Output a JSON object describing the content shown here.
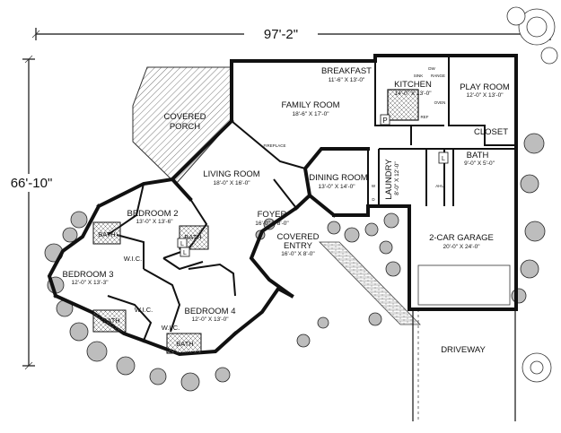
{
  "overall": {
    "width": "97'-2\"",
    "depth": "66'-10\""
  },
  "rooms": {
    "breakfast": {
      "name": "BREAKFAST",
      "size": "11'-6\" X 13'-0\""
    },
    "kitchen": {
      "name": "KITCHEN",
      "size": "14'-0\" X 13'-0\""
    },
    "play_room": {
      "name": "PLAY ROOM",
      "size": "12'-0\" X 13'-0\""
    },
    "family_room": {
      "name": "FAMILY ROOM",
      "size": "18'-6\" X 17'-0\""
    },
    "covered_porch": {
      "name_line1": "COVERED",
      "name_line2": "PORCH"
    },
    "closet": {
      "name": "CLOSET"
    },
    "bath_main": {
      "name": "BATH",
      "size": "9'-0\" X 5'-0\""
    },
    "living_room": {
      "name": "LIVING ROOM",
      "size": "18'-0\" X 16'-0\""
    },
    "dining_room": {
      "name": "DINING ROOM",
      "size": "13'-0\" X 14'-0\""
    },
    "laundry": {
      "name": "LAUNDRY",
      "size": "8'-0\" X 12'-0\""
    },
    "bedroom_2": {
      "name": "BEDROOM 2",
      "size": "13'-0\" X 13'-6\""
    },
    "foyer": {
      "name": "FOYER",
      "size": "16'-0\" X 8'-0\""
    },
    "covered_entry": {
      "name_line1": "COVERED",
      "name_line2": "ENTRY",
      "size": "16'-0\" X 8'-0\""
    },
    "garage": {
      "name": "2-CAR GARAGE",
      "size": "20'-0\" X 24'-0\""
    },
    "bedroom_3": {
      "name": "BEDROOM 3",
      "size": "12'-0\" X 13'-3\""
    },
    "bedroom_4": {
      "name": "BEDROOM 4",
      "size": "12'-0\" X 13'-0\""
    },
    "driveway": {
      "name": "DRIVEWAY"
    }
  },
  "small_labels": {
    "bath_bed2": "BATH",
    "bath_hall": "BATH",
    "wic_bed3": "W.I.C.",
    "bath_bed3": "BATH",
    "wic_bed4a": "W.I.C.",
    "wic_bed4b": "W.I.C.",
    "bath_bed4": "BATH",
    "linen_1": "L",
    "linen_2": "L",
    "linen_3": "L",
    "pantry": "P",
    "fireplace": "FIREPLACE",
    "dw": "DW",
    "sink": "SINK",
    "range": "RANGE",
    "oven": "OVEN",
    "ref": "REF",
    "ahu": "AHU",
    "wd_w": "W",
    "wd_d": "D"
  }
}
